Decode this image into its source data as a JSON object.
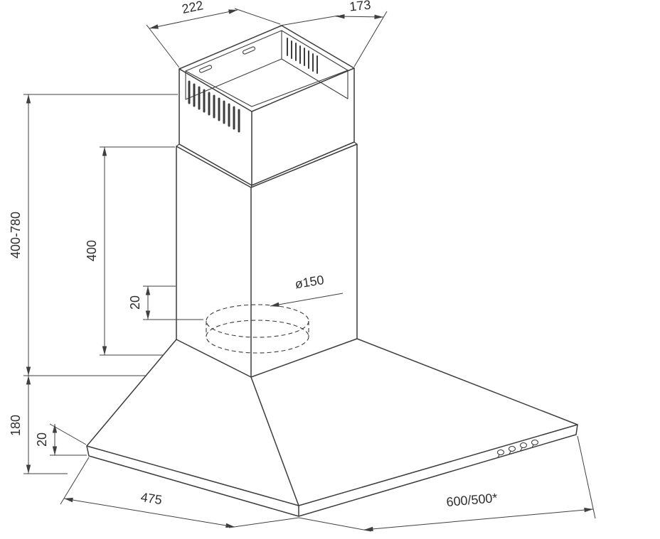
{
  "colors": {
    "line": "#3c3c3c",
    "background": "#ffffff",
    "text": "#2f2f2f"
  },
  "dimensions": {
    "chimney_width": "222",
    "chimney_depth": "173",
    "chimney_height_range": "400-780",
    "lower_chimney_height": "400",
    "duct_collar_height": "20",
    "duct_diameter": "ø150",
    "body_height": "180",
    "rim_height": "20",
    "hood_depth": "475",
    "hood_width": "600/500*"
  }
}
